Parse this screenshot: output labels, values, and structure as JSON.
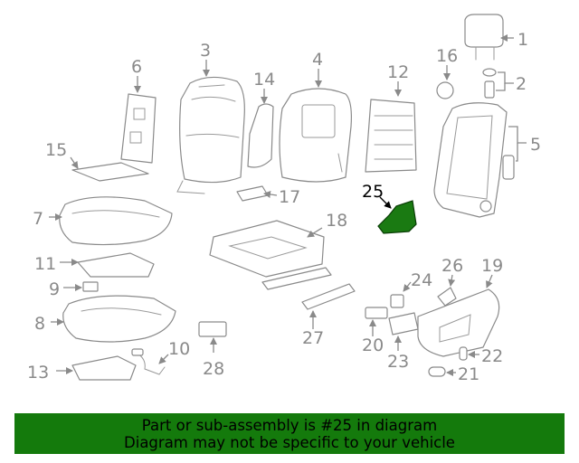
{
  "banner": {
    "line1": "Part or sub-assembly is #25 in diagram",
    "line2": "Diagram may not be specific to your vehicle",
    "background": "#147a0c"
  },
  "highlight_color": "#1a7a12",
  "callouts": {
    "c1": "1",
    "c2": "2",
    "c3": "3",
    "c4": "4",
    "c5": "5",
    "c6": "6",
    "c7": "7",
    "c8": "8",
    "c9": "9",
    "c10": "10",
    "c11": "11",
    "c12": "12",
    "c13": "13",
    "c14": "14",
    "c15": "15",
    "c16": "16",
    "c17": "17",
    "c18": "18",
    "c19": "19",
    "c20": "20",
    "c21": "21",
    "c22": "22",
    "c23": "23",
    "c24": "24",
    "c25": "25",
    "c26": "26",
    "c27": "27",
    "c28": "28"
  },
  "highlighted_part": "25"
}
